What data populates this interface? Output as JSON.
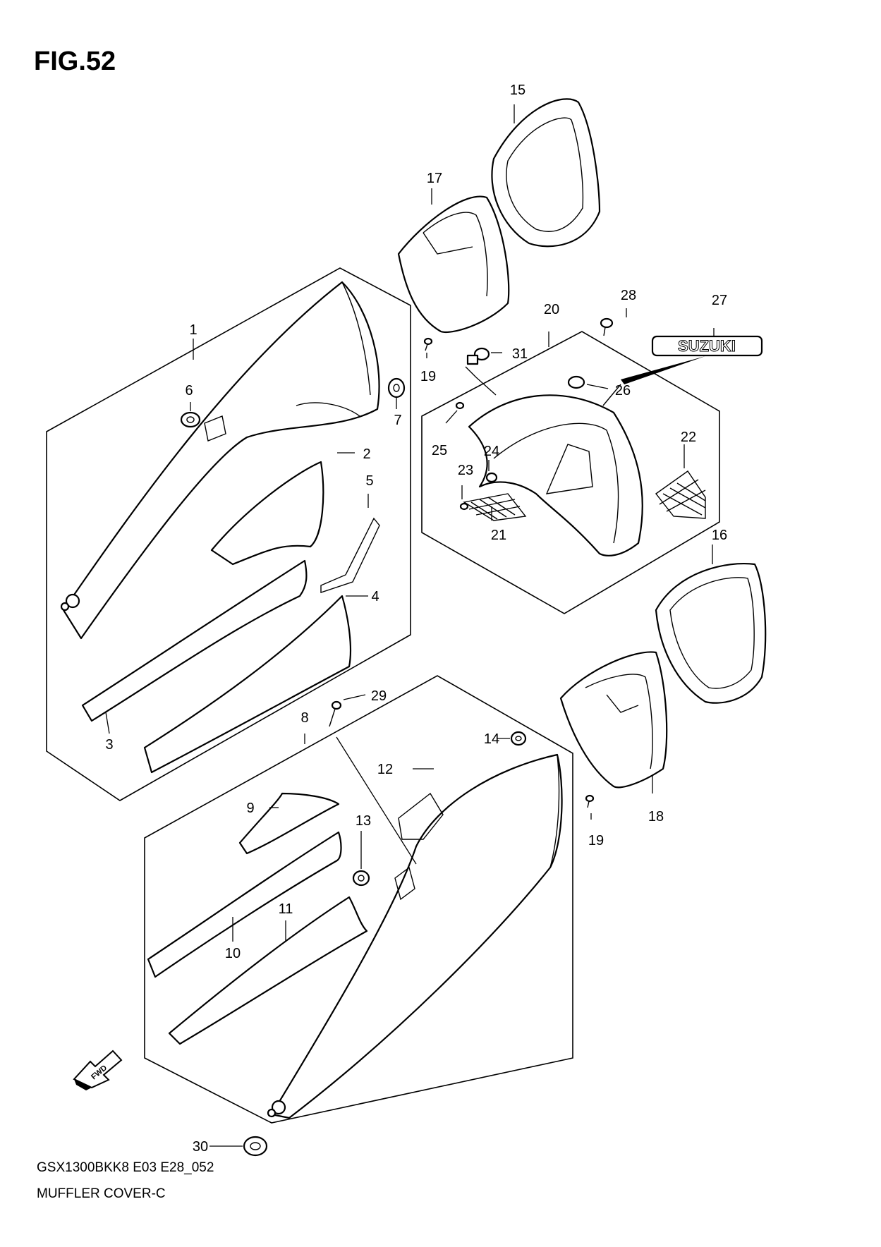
{
  "figure": {
    "title": "FIG.52",
    "model_code": "GSX1300BKK8 E03 E28_052",
    "name": "MUFFLER COVER-C"
  },
  "badge_text": "SUZUKI",
  "fwd_arrow_text": "FWD",
  "callouts": [
    "1",
    "2",
    "3",
    "4",
    "5",
    "6",
    "7",
    "8",
    "9",
    "10",
    "11",
    "12",
    "13",
    "14",
    "15",
    "16",
    "17",
    "18",
    "19",
    "19",
    "20",
    "21",
    "22",
    "23",
    "24",
    "25",
    "26",
    "27",
    "28",
    "29",
    "30",
    "31"
  ]
}
